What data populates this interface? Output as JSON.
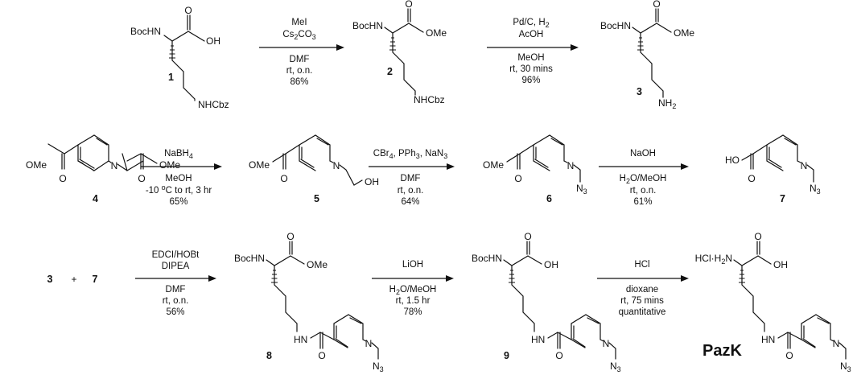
{
  "scheme": {
    "compounds": {
      "c1": {
        "id": "1",
        "amine": "BocHN",
        "oxo": "O",
        "acid": "OH",
        "side": "NHCbz"
      },
      "c2": {
        "id": "2",
        "amine": "BocHN",
        "oxo": "O",
        "ester": "OMe",
        "side": "NHCbz"
      },
      "c3": {
        "id": "3",
        "amine": "BocHN",
        "oxo": "O",
        "ester": "OMe",
        "side": "NH",
        "side_sub": "2"
      },
      "c4": {
        "id": "4",
        "ester": "OMe",
        "ring_n": "N",
        "oxo": "O"
      },
      "c5": {
        "id": "5",
        "ester": "OMe",
        "ring_n": "N",
        "oxo": "O",
        "alcohol": "OH"
      },
      "c6": {
        "id": "6",
        "ester": "OMe",
        "ring_n": "N",
        "oxo": "O",
        "azide": "N",
        "azide_sub": "3"
      },
      "c7": {
        "id": "7",
        "acid": "HO",
        "ring_n": "N",
        "oxo": "O",
        "azide": "N",
        "azide_sub": "3"
      },
      "c8": {
        "id": "8",
        "amine": "BocHN",
        "oxo": "O",
        "ester": "OMe",
        "amide": "HN",
        "ring_n": "N",
        "azide": "N",
        "azide_sub": "3"
      },
      "c9": {
        "id": "9",
        "amine": "BocHN",
        "oxo": "O",
        "acid": "OH",
        "amide": "HN",
        "ring_n": "N",
        "azide": "N",
        "azide_sub": "3"
      },
      "pazk": {
        "name": "PazK",
        "salt": "HCl·H",
        "salt_sub": "2",
        "salt_n": "N",
        "oxo": "O",
        "acid": "OH",
        "amide": "HN",
        "ring_n": "N",
        "azide": "N",
        "azide_sub": "3"
      }
    },
    "combine": {
      "left": "3",
      "plus": "+",
      "right": "7"
    },
    "steps": [
      {
        "id": "s1",
        "above": [
          "MeI",
          "Cs2CO3"
        ],
        "below": [
          "DMF",
          "rt, o.n.",
          "86%"
        ]
      },
      {
        "id": "s2",
        "above": [
          "Pd/C, H2",
          "AcOH"
        ],
        "below": [
          "MeOH",
          "rt, 30 mins",
          "96%"
        ]
      },
      {
        "id": "s3",
        "above": [
          "NaBH4"
        ],
        "below": [
          "MeOH",
          "-10 °C to rt, 3 hr",
          "65%"
        ]
      },
      {
        "id": "s4",
        "above": [
          "CBr4, PPh3, NaN3"
        ],
        "below": [
          "DMF",
          "rt, o.n.",
          "64%"
        ]
      },
      {
        "id": "s5",
        "above": [
          "NaOH"
        ],
        "below": [
          "H2O/MeOH",
          "rt, o.n.",
          "61%"
        ]
      },
      {
        "id": "s6",
        "above": [
          "EDCI/HOBt",
          "DIPEA"
        ],
        "below": [
          "DMF",
          "rt, o.n.",
          "56%"
        ]
      },
      {
        "id": "s7",
        "above": [
          "LiOH"
        ],
        "below": [
          "H2O/MeOH",
          "rt, 1.5 hr",
          "78%"
        ]
      },
      {
        "id": "s8",
        "above": [
          "HCl"
        ],
        "below": [
          "dioxane",
          "rt, 75 mins",
          "quantitative"
        ]
      }
    ]
  }
}
